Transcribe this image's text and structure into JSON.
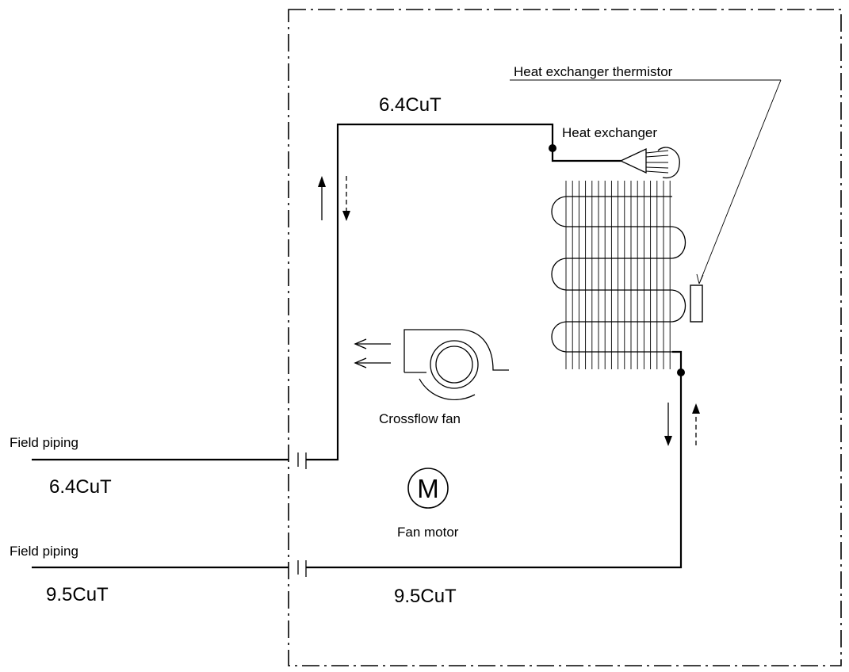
{
  "labels": {
    "pipe_top": "6.4CuT",
    "heat_exchanger": "Heat exchanger",
    "thermistor": "Heat exchanger thermistor",
    "crossflow_fan": "Crossflow fan",
    "motor_symbol": "M",
    "fan_motor": "Fan motor",
    "field_piping_1": "Field piping",
    "field_pipe_size_1": "6.4CuT",
    "field_piping_2": "Field piping",
    "field_pipe_size_2": "9.5CuT",
    "pipe_bottom": "9.5CuT"
  },
  "icons": [
    "crossflow-fan-icon",
    "fan-motor-icon",
    "thermistor-icon",
    "distributor-icon",
    "flow-arrow-icon"
  ]
}
